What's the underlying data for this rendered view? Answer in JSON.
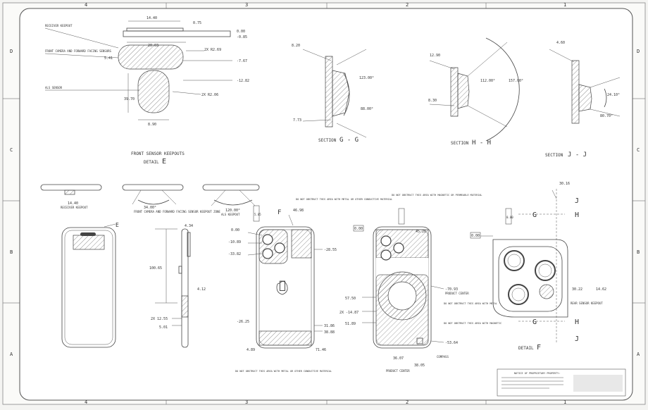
{
  "border": {
    "columns_top": [
      "4",
      "3",
      "2",
      "1"
    ],
    "columns_bottom": [
      "4",
      "3",
      "2",
      "1"
    ],
    "rows_left": [
      "D",
      "C",
      "B",
      "A"
    ],
    "rows_right": [
      "D",
      "C",
      "B",
      "A"
    ]
  },
  "detail_e_top": {
    "dims": [
      "14.40",
      "0.75",
      "0.00",
      "-0.85",
      "20.03",
      "2X R2.69",
      "5.41",
      "-7.67",
      "-12.82",
      "39.70",
      "2X R2.06",
      "8.90"
    ],
    "notes": [
      "RECEIVER KEEPOUT",
      "FRONT CAMERA AND FORWARD FACING SENSORS",
      "ALS SENSOR"
    ],
    "title": "FRONT SENSOR KEEPOUTS",
    "detail": "DETAIL",
    "detail_letter": "E"
  },
  "section_g": {
    "dims": [
      "8.20",
      "123.00°",
      "88.00°",
      "7.73"
    ],
    "title": "SECTION",
    "letter": "G - G"
  },
  "section_h": {
    "dims": [
      "12.90",
      "112.00°",
      "157.00°",
      "8.30"
    ],
    "title": "SECTION",
    "letter": "H - H"
  },
  "section_j": {
    "dims": [
      "4.60",
      "24.10°",
      "80.70°"
    ],
    "title": "SECTION",
    "letter": "J - J"
  },
  "front_views": {
    "dims": [
      "14.40",
      "34.00°",
      "120.00°"
    ],
    "labels": [
      "RECEIVER KEEPOUT",
      "FRONT CAMERA AND FORWARD FACING SENSOR KEEPOUT ZONE",
      "ALS KEEPOUT"
    ],
    "callout": "E"
  },
  "side_view": {
    "dims": [
      "100.65",
      "4.12",
      "2X 12.55",
      "5.01",
      "4.34"
    ]
  },
  "back_view": {
    "dims": [
      "0.00",
      "-10.89",
      "-33.82",
      "-28.55",
      "-26.25",
      "31.86",
      "38.88",
      "5.05",
      "4.89",
      "71.46",
      "46.98"
    ],
    "callout": "F",
    "notes": [
      "DO NOT OBSTRUCT THIS AREA WITH METAL OR OTHER CONDUCTIVE MATERIAL",
      "DO NOT OBSTRUCT THIS AREA WITH METAL OR OTHER CONDUCTIVE MATERIAL"
    ]
  },
  "magsafe_view": {
    "dims": [
      "0.00",
      "45.28",
      "57.50",
      "2X -14.87",
      "51.89",
      "-70.93",
      "-53.64",
      "36.07",
      "38.05"
    ],
    "labels": [
      "PRODUCT CENTER",
      "COMPASS",
      "PRODUCT CENTER"
    ],
    "notes": [
      "DO NOT OBSTRUCT THIS AREA WITH MAGNETIC OR PERMEABLE MATERIAL",
      "DO NOT OBSTRUCT THIS AREA WITH METAL",
      "DO NOT OBSTRUCT THIS AREA WITH MAGNETIC"
    ]
  },
  "detail_f": {
    "dims": [
      "0.00",
      "0.00",
      "30.16",
      "30.22",
      "14.62"
    ],
    "markers": [
      "J",
      "G",
      "H",
      "G",
      "H",
      "J"
    ],
    "title": "DETAIL",
    "letter": "F",
    "note": "REAR SENSOR KEEPOUT"
  },
  "title_block": {
    "heading": "NOTICE OF PROPRIETARY PROPERTY:"
  },
  "colors": {
    "ink": "#333333",
    "paper": "#f4f4f2"
  }
}
